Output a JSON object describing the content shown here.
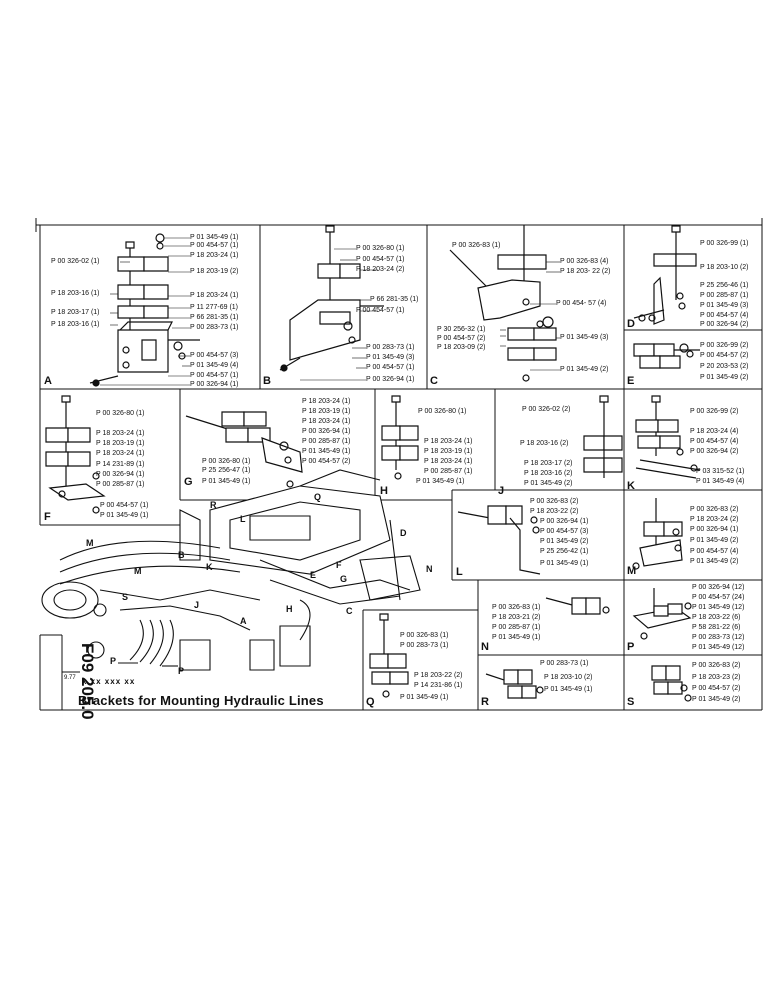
{
  "title": "Brackets for Mounting Hydraulic Lines",
  "doc_number": "F09 205.0",
  "date_code": "9.77",
  "revision_marks": "x xx xxx xx",
  "panels": {
    "A": {
      "letter": "A",
      "labels": [
        "P 01 345-49 (1)",
        "P 00 454-57 (1)",
        "P 18 203-24 (1)",
        "P 00 326-02 (1)",
        "P 18 203-19 (2)",
        "P 18 203-16 (1)",
        "P 18 203-24 (1)",
        "P 11 277-69 (1)",
        "P 18 203-17 (1)",
        "P 66 281-35 (1)",
        "P 18 203-16 (1)",
        "P 00 283-73 (1)",
        "P 00 454-57 (3)",
        "P 01 345-49 (4)",
        "P 00 454-57 (1)",
        "P 00 326-94 (1)"
      ]
    },
    "B": {
      "letter": "B",
      "labels": [
        "P 00 326-80 (1)",
        "P 00 454-57 (1)",
        "P 18 203-24 (2)",
        "P 66 281-35 (1)",
        "P 00 454-57 (1)",
        "P 00 283-73 (1)",
        "P 01 345-49 (3)",
        "P 00 454-57 (1)",
        "P 00 326-94 (1)"
      ]
    },
    "C": {
      "letter": "C",
      "labels": [
        "P 00 326-83 (1)",
        "P 00 326-83 (4)",
        "P 18 203- 22 (2)",
        "P 00 454- 57 (4)",
        "P 30 256-32 (1)",
        "P 00 454-57 (2)",
        "P 01 345-49 (3)",
        "P 18 203-09 (2)",
        "P 01 345-49 (2)"
      ]
    },
    "D": {
      "letter": "D",
      "labels": [
        "P 00 326-99 (1)",
        "P 18 203-10 (2)",
        "P 25 256-46 (1)",
        "P 00 285-87 (1)",
        "P 01 345-49 (3)",
        "P 00 454-57 (4)",
        "P 00 326-94 (2)"
      ]
    },
    "E": {
      "letter": "E",
      "labels": [
        "P 00 326-99 (2)",
        "P 00 454-57 (2)",
        "P 20 203-53 (2)",
        "P 01 345-49 (2)"
      ]
    },
    "F": {
      "letter": "F",
      "labels": [
        "P 00 326-80 (1)",
        "P 18 203-24 (1)",
        "P 18 203-19 (1)",
        "P 18 203-24 (1)",
        "P 14 231-89 (1)",
        "P 00 326-94 (1)",
        "P 00 285-87 (1)",
        "P 00 454-57 (1)",
        "P 01 345-49 (1)"
      ]
    },
    "G": {
      "letter": "G",
      "labels": [
        "P 18 203-24 (1)",
        "P 18 203-19 (1)",
        "P 18 203-24 (1)",
        "P 00 326-94 (1)",
        "P 00 285-87 (1)",
        "P 01 345-49 (1)",
        "P 00 454-57 (2)",
        "P 00 326-80 (1)",
        "P 25 256-47 (1)",
        "P 01 345-49 (1)"
      ]
    },
    "H": {
      "letter": "H",
      "labels": [
        "P 00 326-80 (1)",
        "P 18 203-24 (1)",
        "P 18 203-19 (1)",
        "P 18 203-24 (1)",
        "P 00 285-87 (1)",
        "P 01 345-49 (1)"
      ]
    },
    "J": {
      "letter": "J",
      "labels": [
        "P 00 326-02 (2)",
        "P 18 203-16 (2)",
        "P 18 203-17 (2)",
        "P 18 203-16 (2)",
        "P 01 345-49 (2)"
      ]
    },
    "K": {
      "letter": "K",
      "labels": [
        "P 00 326-99 (2)",
        "P 18 203-24 (4)",
        "P 00 454-57 (4)",
        "P 00 326-94 (2)",
        "P 03 315-52 (1)",
        "P 01 345-49 (4)"
      ]
    },
    "L": {
      "letter": "L",
      "labels": [
        "P 00 326-83 (2)",
        "P 18 203-22 (2)",
        "P 00 326-94 (1)",
        "P 00 454-57 (3)",
        "P 01 345-49 (2)",
        "P 25 256-42 (1)",
        "P 01 345-49 (1)"
      ]
    },
    "M": {
      "letter": "M",
      "labels": [
        "P 00 326-83 (2)",
        "P 18 203-24 (2)",
        "P 00 326-94 (1)",
        "P 01 345-49 (2)",
        "P 00 454-57 (4)",
        "P 01 345-49 (2)"
      ]
    },
    "N": {
      "letter": "N",
      "labels": [
        "P 00 326-83 (1)",
        "P 18 203-21 (2)",
        "P 00 285-87 (1)",
        "P 01 345-49 (1)"
      ]
    },
    "P": {
      "letter": "P",
      "labels": [
        "P 00 326-94 (12)",
        "P 00 454-57 (24)",
        "P 01 345-49 (12)",
        "P 18 203-22 (6)",
        "P 58 281-22 (6)",
        "P 00 283-73 (12)",
        "P 01 345-49 (12)"
      ]
    },
    "Q": {
      "letter": "Q",
      "labels": [
        "P 00 326-83 (1)",
        "P 00 283-73 (1)",
        "P 18 203-22 (2)",
        "P 14 231-86 (1)",
        "P 01 345-49 (1)"
      ]
    },
    "R": {
      "letter": "R",
      "labels": [
        "P 00 283-73 (1)",
        "P 18 203-10 (2)",
        "P 01 345-49 (1)"
      ]
    },
    "S": {
      "letter": "S",
      "labels": [
        "P 00 326-83 (2)",
        "P 18 203-23 (2)",
        "P 00 454-57 (2)",
        "P 01 345-49 (2)"
      ]
    }
  },
  "overview_letters": [
    "Q",
    "R",
    "L",
    "D",
    "B",
    "K",
    "M",
    "M",
    "E",
    "F",
    "G",
    "N",
    "S",
    "C",
    "H",
    "J",
    "A",
    "P",
    "P"
  ]
}
